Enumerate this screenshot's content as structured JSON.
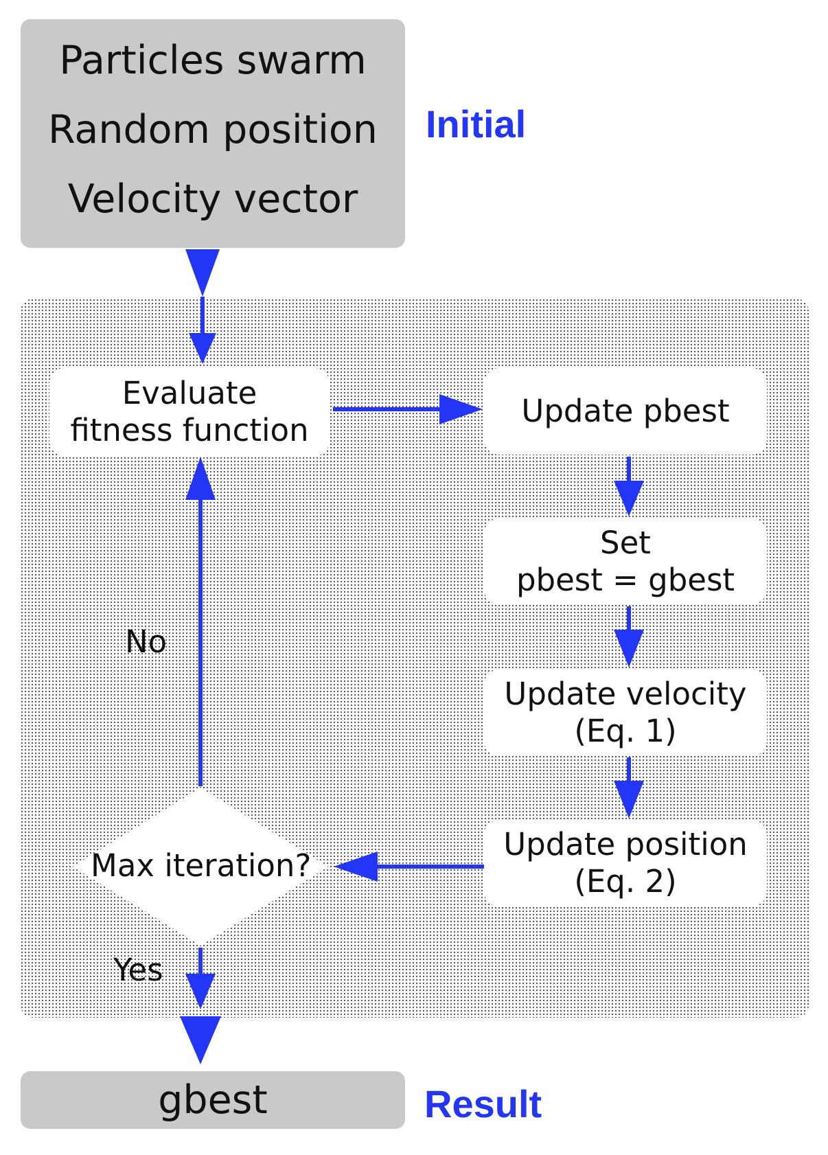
{
  "initial": {
    "lines": [
      "Particles swarm",
      "Random position",
      "Velocity vector"
    ],
    "stage_label": "Initial"
  },
  "loop": {
    "evaluate": [
      "Evaluate",
      "fitness function"
    ],
    "update_pbest": "Update pbest",
    "set_pbest": [
      "Set",
      "pbest = gbest"
    ],
    "update_velocity": [
      "Update velocity",
      "(Eq. 1)"
    ],
    "update_position": [
      "Update position",
      "(Eq. 2)"
    ],
    "decision": "Max iteration?",
    "no_label": "No",
    "yes_label": "Yes"
  },
  "result": {
    "text": "gbest",
    "stage_label": "Result"
  },
  "colors": {
    "arrow": "#2436f5",
    "stage_label": "#2436f5",
    "box_fill": "#c9c9c9",
    "loop_dots": "#555555"
  }
}
